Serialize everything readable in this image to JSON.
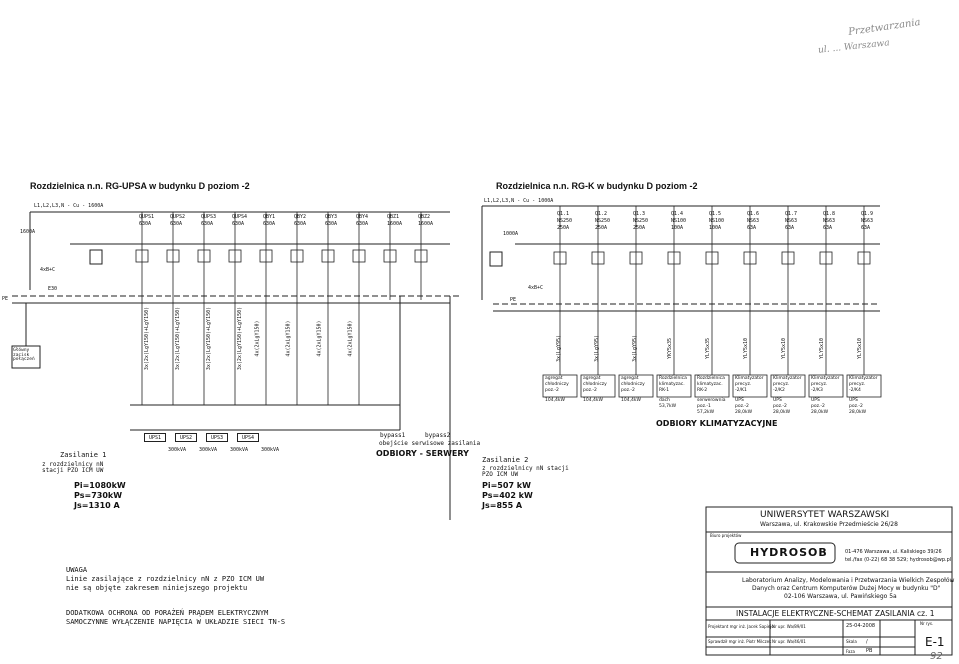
{
  "stamp": {
    "line1": "Przetwarzania",
    "line2": "ul. ... Warszawa"
  },
  "left_panel": {
    "title": "Rozdzielnica n.n. RG-UPSA w budynku D poziom -2",
    "busbar": "L1,L2,L3,N - Cu - 1600A",
    "main_breaker": "1600A",
    "feeders": [
      "QUPS1",
      "QUPS2",
      "QUPS3",
      "QUPS4",
      "QBY1",
      "QBY2",
      "QBY3",
      "QBY4",
      "QBZ1",
      "QBZ2"
    ],
    "ratings": [
      "630A",
      "630A",
      "630A",
      "630A",
      "630A",
      "630A",
      "630A",
      "630A",
      "1600A",
      "1600A"
    ],
    "cables": [
      "3x(2x(LgY150)+LgY150)",
      "3x(2x(LgY150)+LgY150)",
      "3x(2x(LgY150)+LgY150)",
      "3x(2x(LgY150)+LgY150)",
      "4x(2xLgY150)",
      "4x(2xLgY150)",
      "4x(2xLgY150)",
      "4x(2xLgY150)"
    ],
    "pe_label": "PE",
    "surge": "4xB+C",
    "earth": "E30",
    "main_bus_label": "Główny zacisk połączeń",
    "ups_units": [
      "UPS1",
      "UPS2",
      "UPS3",
      "UPS4"
    ],
    "ups_kva": [
      "300kVA",
      "300kVA",
      "300kVA",
      "300kVA"
    ],
    "supply1": {
      "name": "Zasilanie 1",
      "desc": "z rozdzielnicy nN stacji PZO ICM UW"
    },
    "powers": {
      "pi": "Pi=1080kW",
      "ps": "Ps=730kW",
      "js": "Js=1310 A"
    }
  },
  "center": {
    "bypass1": "bypass1",
    "bypass2": "bypass2",
    "bypass_note": "obejście serwisowe zasilania",
    "loads": "ODBIORY - SERWERY",
    "supply2": {
      "name": "Zasilanie 2",
      "desc": "z rozdzielnicy nN stacji PZO ICM UW"
    },
    "powers": {
      "pi": "Pi=507 kW",
      "ps": "Ps=402 kW",
      "js": "Js=855 A"
    }
  },
  "right_panel": {
    "title": "Rozdzielnica n.n. RG-K w budynku D poziom -2",
    "busbar": "L1,L2,L3,N - Cu - 1000A",
    "main_breaker": "1000A",
    "feeders": [
      "Q1.1",
      "Q1.2",
      "Q1.3",
      "Q1.4",
      "Q1.5",
      "Q1.6",
      "Q1.7",
      "Q1.8",
      "Q1.9"
    ],
    "switches": [
      "NS250",
      "NS250",
      "NS250",
      "NS100",
      "NS100",
      "NS63",
      "NS63",
      "NS63",
      "NS63"
    ],
    "ratings": [
      "250A",
      "250A",
      "250A",
      "100A",
      "100A",
      "63A",
      "63A",
      "63A",
      "63A"
    ],
    "cables": [
      "3x(LgY95)",
      "3x(LgY95)",
      "3x(LgY95)",
      "YKY5x35",
      "YLY5x35",
      "YLY5x10",
      "YLY5x10",
      "YLY5x10",
      "YLY5x10"
    ],
    "surge": "4xB+C",
    "pe_label": "PE",
    "loads": [
      [
        "agregat",
        "chłodniczy",
        "poz.-2",
        "104,4kW"
      ],
      [
        "agregat",
        "chłodniczy",
        "poz.-2",
        "104,4kW"
      ],
      [
        "agregat",
        "chłodniczy",
        "poz.-2",
        "104,4kW"
      ],
      [
        "Rozdzielnica",
        "klimatyzac.",
        "RK-1",
        "dach",
        "53,7kW"
      ],
      [
        "Rozdzielnica",
        "klimatyzac.",
        "RK-2",
        "serwerownia",
        "poz.-1",
        "57,2kW"
      ],
      [
        "Klimatyzator",
        "precyz.",
        "-2/K1",
        "UPS",
        "poz.-2",
        "28,0kW"
      ],
      [
        "Klimatyzator",
        "precyz.",
        "-2/K2",
        "UPS",
        "poz.-2",
        "28,0kW"
      ],
      [
        "Klimatyzator",
        "precyz.",
        "-2/K3",
        "UPS",
        "poz.-2",
        "28,0kW"
      ],
      [
        "Klimatyzator",
        "precyz.",
        "-2/K4",
        "UPS",
        "poz.-2",
        "28,0kW"
      ]
    ],
    "loads_title": "ODBIORY KLIMATYZACYJNE"
  },
  "notes": {
    "uwaga": "UWAGA",
    "uwaga_l1": "Linie zasilające z rozdzielnicy nN z PZO ICM UW",
    "uwaga_l2": "nie są objęte zakresem niniejszego projektu",
    "protect_l1": "DODATKOWA OCHRONA OD PORAŻEŃ PRĄDEM ELEKTRYCZNYM",
    "protect_l2": "SAMOCZYNNE WYŁĄCZENIE NAPIĘCIA W UKŁADZIE SIECI TN-S"
  },
  "titleblock": {
    "university": "UNIWERSYTET WARSZAWSKI",
    "address": "Warszawa, ul. Krakowskie Przedmieście 26/28",
    "office_label": "Biuro projektów",
    "logo": "HYDROSOB",
    "company_l1": "01-476 Warszawa, ul. Kaliskiego 39/26",
    "company_l2": "tel./fax (0-22) 68 38 529; hydrosob@wp.pl",
    "lab_l1": "Laboratorium Analizy, Modelowania i Przetwarzania Wielkich Zespołów",
    "lab_l2": "Danych oraz Centrum Komputerów Dużej Mocy w budynku \"D\"",
    "lab_l3": "02-106 Warszawa, ul. Pawińskiego 5a",
    "drawing_title": "INSTALACJE ELEKTRYCZNE-SCHEMAT ZASILANIA cz. 1",
    "designer": "Projektant  mgr inż. Jacek Sapiejo",
    "designer_no": "Nr upr. Wa/89/01",
    "checker": "Sprawdził  mgr inż. Piotr Milczek",
    "checker_no": "Nr upr. Wa/46/01",
    "date": "25-04-2008",
    "scale_label": "Skala",
    "scale": "/",
    "phase_label": "Faza",
    "phase": "PB",
    "sheet_label": "Nr rys.",
    "sheet": "E-1"
  },
  "page_number": "92"
}
